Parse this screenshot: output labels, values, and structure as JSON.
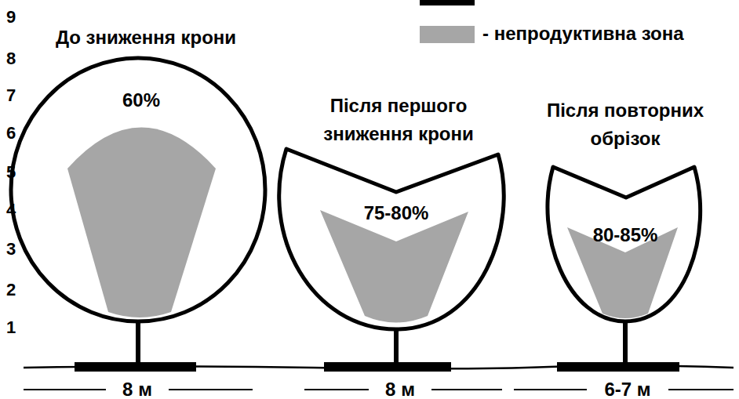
{
  "diagram": {
    "nodes": [
      {
        "text": [
          "До зниження крони",
          "60%"
        ]
      },
      {
        "text": [
          "Після першого зниження крони",
          "75-80%"
        ]
      },
      {
        "text": [
          "Після повторних обрізок",
          "80-85%"
        ]
      }
    ],
    "labels": [
      "9",
      "8",
      "7",
      "6",
      "5",
      "4",
      "3",
      "2",
      "1",
      "8 м",
      "8 м",
      "6-7 м"
    ],
    "legend": [
      {
        "text": "- непродуктивна зона",
        "color": "#a6a6a6"
      }
    ]
  }
}
